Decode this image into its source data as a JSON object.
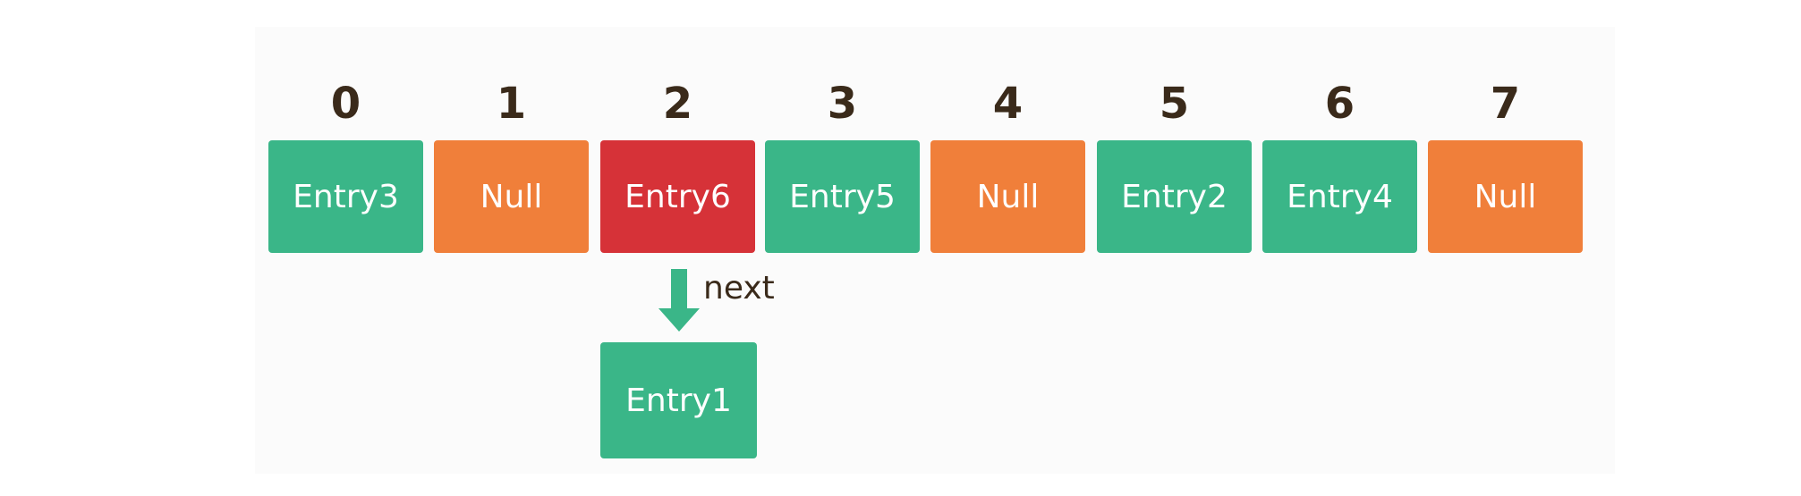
{
  "colors": {
    "entry": "#3ab688",
    "null": "#f07f3a",
    "highlight": "#d63238",
    "index_text": "#3a2a1a",
    "slot_text": "#ffffff"
  },
  "slots": [
    {
      "index": "0",
      "label": "Entry3",
      "kind": "entry"
    },
    {
      "index": "1",
      "label": "Null",
      "kind": "null"
    },
    {
      "index": "2",
      "label": "Entry6",
      "kind": "highlight"
    },
    {
      "index": "3",
      "label": "Entry5",
      "kind": "entry"
    },
    {
      "index": "4",
      "label": "Null",
      "kind": "null"
    },
    {
      "index": "5",
      "label": "Entry2",
      "kind": "entry"
    },
    {
      "index": "6",
      "label": "Entry4",
      "kind": "entry"
    },
    {
      "index": "7",
      "label": "Null",
      "kind": "null"
    }
  ],
  "chain": {
    "from_index": 2,
    "link_label": "next",
    "entry_label": "Entry1"
  },
  "icons": {
    "arrow": "arrow-down-icon"
  }
}
